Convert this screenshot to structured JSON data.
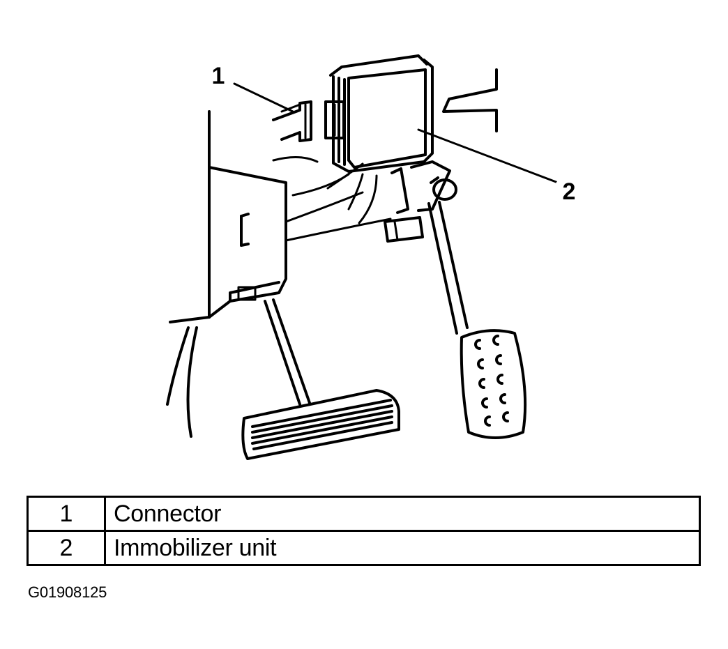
{
  "callouts": [
    {
      "number": "1",
      "label": "Connector"
    },
    {
      "number": "2",
      "label": "Immobilizer unit"
    }
  ],
  "legend": {
    "rows": [
      {
        "number": "1",
        "description": "Connector"
      },
      {
        "number": "2",
        "description": "Immobilizer unit"
      }
    ]
  },
  "figure_id": "G01908125"
}
